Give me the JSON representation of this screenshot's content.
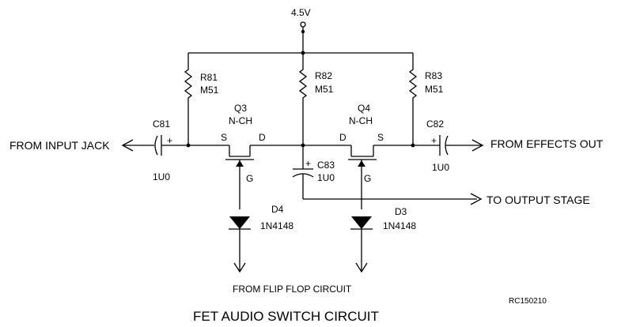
{
  "title": "FET AUDIO SWITCH CIRCUIT",
  "code": "RC150210",
  "supply": "4.5V",
  "signals": {
    "input": "FROM INPUT JACK",
    "effects": "FROM EFFECTS OUT",
    "output": "TO OUTPUT STAGE",
    "flipflop": "FROM FLIP FLOP CIRCUIT"
  },
  "resistors": [
    {
      "ref": "R81",
      "value": "M51"
    },
    {
      "ref": "R82",
      "value": "M51"
    },
    {
      "ref": "R83",
      "value": "M51"
    }
  ],
  "capacitors": [
    {
      "ref": "C81",
      "value": "1U0",
      "polarity": "+"
    },
    {
      "ref": "C82",
      "value": "1U0",
      "polarity": "+"
    },
    {
      "ref": "C83",
      "value": "1U0",
      "polarity": "+"
    }
  ],
  "transistors": [
    {
      "ref": "Q3",
      "type": "N-CH",
      "source": "S",
      "drain": "D",
      "gate": "G"
    },
    {
      "ref": "Q4",
      "type": "N-CH",
      "source": "S",
      "drain": "D",
      "gate": "G"
    }
  ],
  "diodes": [
    {
      "ref": "D4",
      "part": "1N4148"
    },
    {
      "ref": "D3",
      "part": "1N4148"
    }
  ]
}
